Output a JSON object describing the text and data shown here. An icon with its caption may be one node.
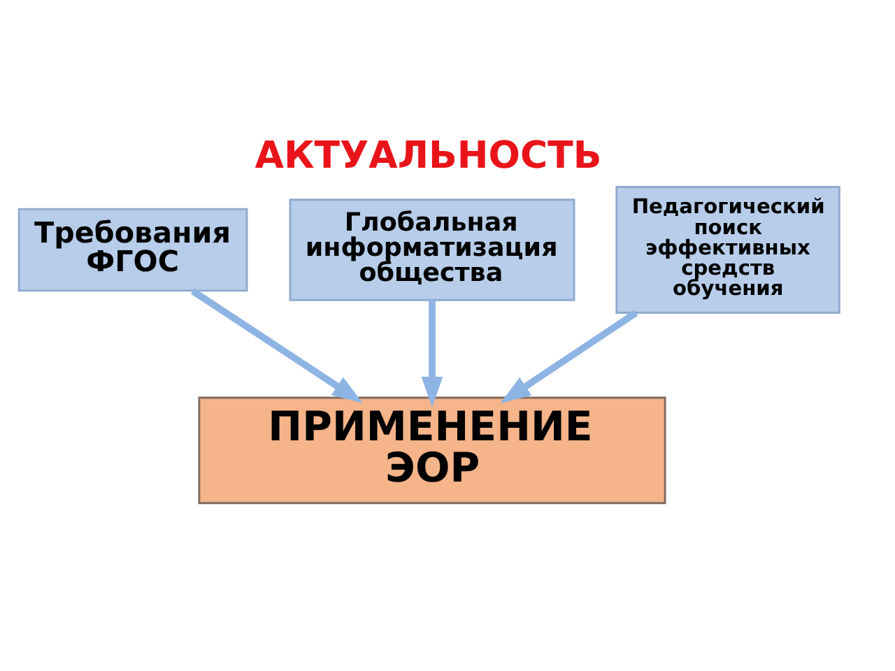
{
  "diagram": {
    "title": "АКТУАЛЬНОСТЬ",
    "nodes": [
      {
        "text": [
          "Глобальная информатизация общества"
        ]
      },
      {
        "text": [
          "Требования ФГОС"
        ]
      },
      {
        "text": [
          "Педагогический поиск эффективных средств обучения"
        ]
      },
      {
        "text": [
          "ПРИМЕНЕНИЕ ЭОР"
        ]
      }
    ],
    "edges": [
      {
        "from": 1,
        "to": 3,
        "arrow": "to"
      },
      {
        "from": 0,
        "to": 3,
        "arrow": "to"
      },
      {
        "from": 2,
        "to": 3,
        "arrow": "to"
      }
    ]
  }
}
